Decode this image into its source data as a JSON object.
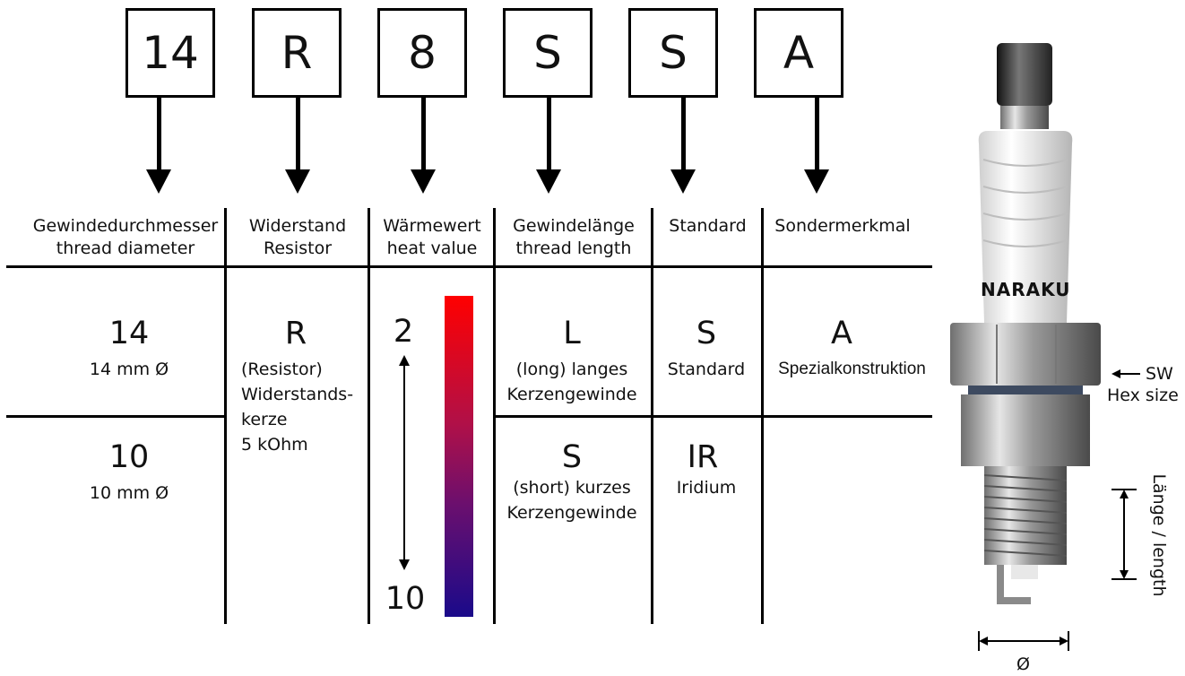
{
  "code_boxes": [
    "14",
    "R",
    "8",
    "S",
    "S",
    "A"
  ],
  "headers": [
    {
      "de": "Gewindedurchmesser",
      "en": "thread diameter"
    },
    {
      "de": "Widerstand",
      "en": "Resistor"
    },
    {
      "de": "Wärmewert",
      "en": "heat value"
    },
    {
      "de": "Gewindelänge",
      "en": "thread length"
    },
    {
      "de": "Standard",
      "en": ""
    },
    {
      "de": "Sondermerkmal",
      "en": ""
    }
  ],
  "diameter": {
    "row1": {
      "code": "14",
      "desc": "14 mm Ø"
    },
    "row2": {
      "code": "10",
      "desc": "10 mm Ø"
    }
  },
  "resistor": {
    "code": "R",
    "line1": "(Resistor)",
    "line2": "Widerstands-",
    "line3": "kerze",
    "line4": "5 kOhm"
  },
  "heat": {
    "top": "2",
    "bottom": "10",
    "color_hot": "#ff0000",
    "color_cold": "#1a0a8a"
  },
  "thread_length": {
    "row1": {
      "code": "L",
      "line1": "(long) langes",
      "line2": "Kerzengewinde"
    },
    "row2": {
      "code": "S",
      "line1": "(short) kurzes",
      "line2": "Kerzengewinde"
    }
  },
  "standard": {
    "row1": {
      "code": "S",
      "desc": "Standard"
    },
    "row2": {
      "code": "IR",
      "desc": "Iridium"
    }
  },
  "special": {
    "code": "A",
    "desc": "Spezialkonstruktion"
  },
  "plug": {
    "brand": "NARAKU",
    "sw_label": "SW",
    "hex_label": "Hex size",
    "length_label": "Länge / length",
    "diameter_label": "Ø"
  }
}
